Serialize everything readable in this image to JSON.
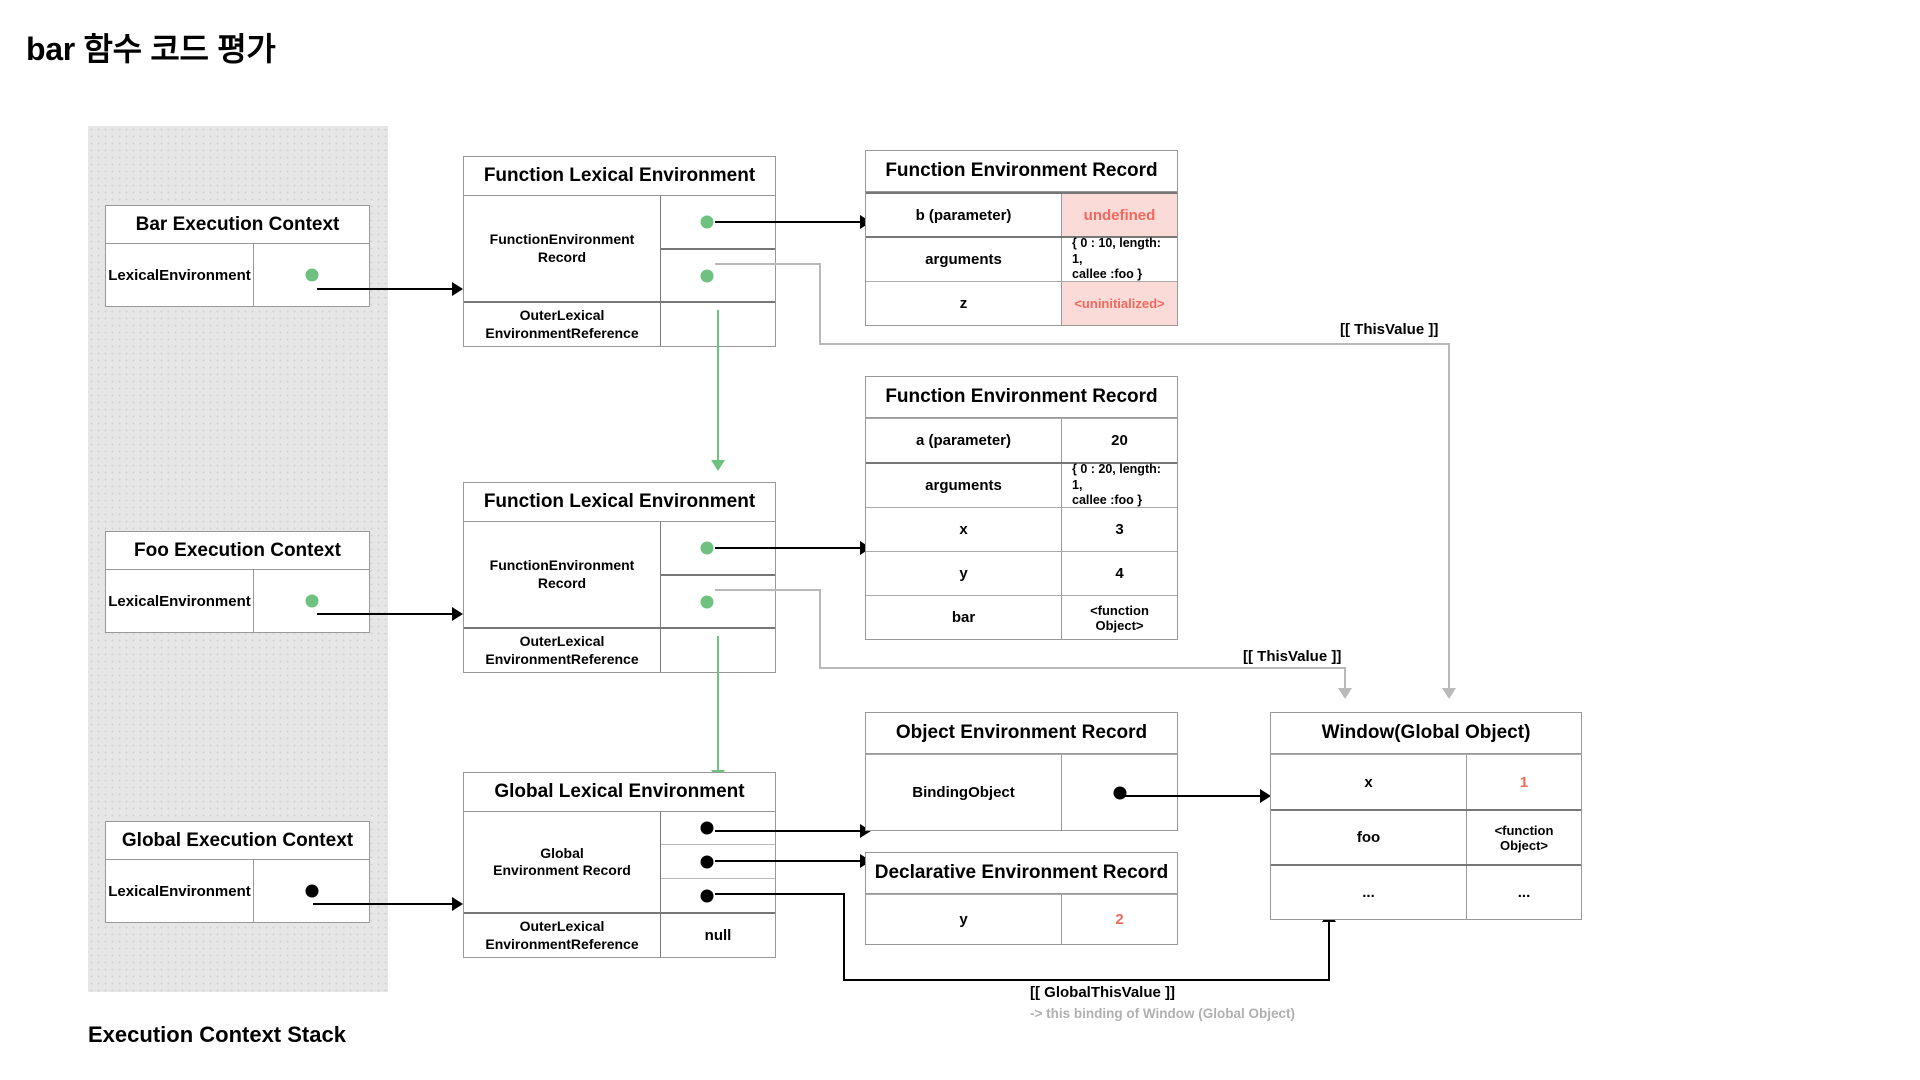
{
  "title": "bar 함수 코드 평가",
  "stack_caption": "Execution Context Stack",
  "colors": {
    "accent_green": "#6fc17f",
    "warn_bg": "#fadbd8",
    "warn_text": "#f1685e",
    "stack_bg": "#e6e6e6"
  },
  "execution_contexts": [
    {
      "title": "Bar Execution Context",
      "field": "LexicalEnvironment",
      "pointer": "green-dot"
    },
    {
      "title": "Foo Execution Context",
      "field": "LexicalEnvironment",
      "pointer": "green-dot"
    },
    {
      "title": "Global Execution Context",
      "field": "LexicalEnvironment",
      "pointer": "black-dot"
    }
  ],
  "lexical_environments": [
    {
      "title": "Function Lexical Environment",
      "record_label": "FunctionEnvironment\nRecord",
      "outer_label": "OuterLexical\nEnvironmentReference",
      "outer_value": ""
    },
    {
      "title": "Function Lexical Environment",
      "record_label": "FunctionEnvironment\nRecord",
      "outer_label": "OuterLexical\nEnvironmentReference",
      "outer_value": ""
    },
    {
      "title": "Global Lexical Environment",
      "record_label": "Global\nEnvironment Record",
      "outer_label": "OuterLexical\nEnvironmentReference",
      "outer_value": "null"
    }
  ],
  "bar_function_environment_record": {
    "title": "Function Environment Record",
    "rows": [
      {
        "key": "b (parameter)",
        "value": "undefined",
        "style": "warn"
      },
      {
        "key": "arguments",
        "value": "{ 0 : 10, length: 1,\ncallee :foo }",
        "style": "small"
      },
      {
        "key": "z",
        "value": "<uninitialized>",
        "style": "warn"
      }
    ]
  },
  "foo_function_environment_record": {
    "title": "Function Environment Record",
    "rows": [
      {
        "key": "a (parameter)",
        "value": "20",
        "style": "plain"
      },
      {
        "key": "arguments",
        "value": "{ 0 : 20, length: 1,\ncallee :foo }",
        "style": "small"
      },
      {
        "key": "x",
        "value": "3",
        "style": "plain"
      },
      {
        "key": "y",
        "value": "4",
        "style": "plain"
      },
      {
        "key": "bar",
        "value": "<function Object>",
        "style": "mono-small"
      }
    ]
  },
  "object_environment_record": {
    "title": "Object Environment Record",
    "rows": [
      {
        "key": "BindingObject",
        "value": "",
        "style": "pointer"
      }
    ]
  },
  "declarative_environment_record": {
    "title": "Declarative Environment Record",
    "rows": [
      {
        "key": "y",
        "value": "2",
        "style": "redtext"
      }
    ]
  },
  "window_object": {
    "title_main": "Window",
    "title_sub": "(Global Object)",
    "rows": [
      {
        "key": "x",
        "value": "1",
        "style": "redtext"
      },
      {
        "key": "foo",
        "value": "<function Object>",
        "style": "mono-small"
      },
      {
        "key": "...",
        "value": "...",
        "style": "plain"
      }
    ]
  },
  "annotations": {
    "this_value_top": "[[ ThisValue ]]",
    "this_value_mid": "[[ ThisValue ]]",
    "global_this_value": "[[ GlobalThisValue ]]",
    "global_this_value_sub": "-> this binding of Window (Global Object)"
  }
}
